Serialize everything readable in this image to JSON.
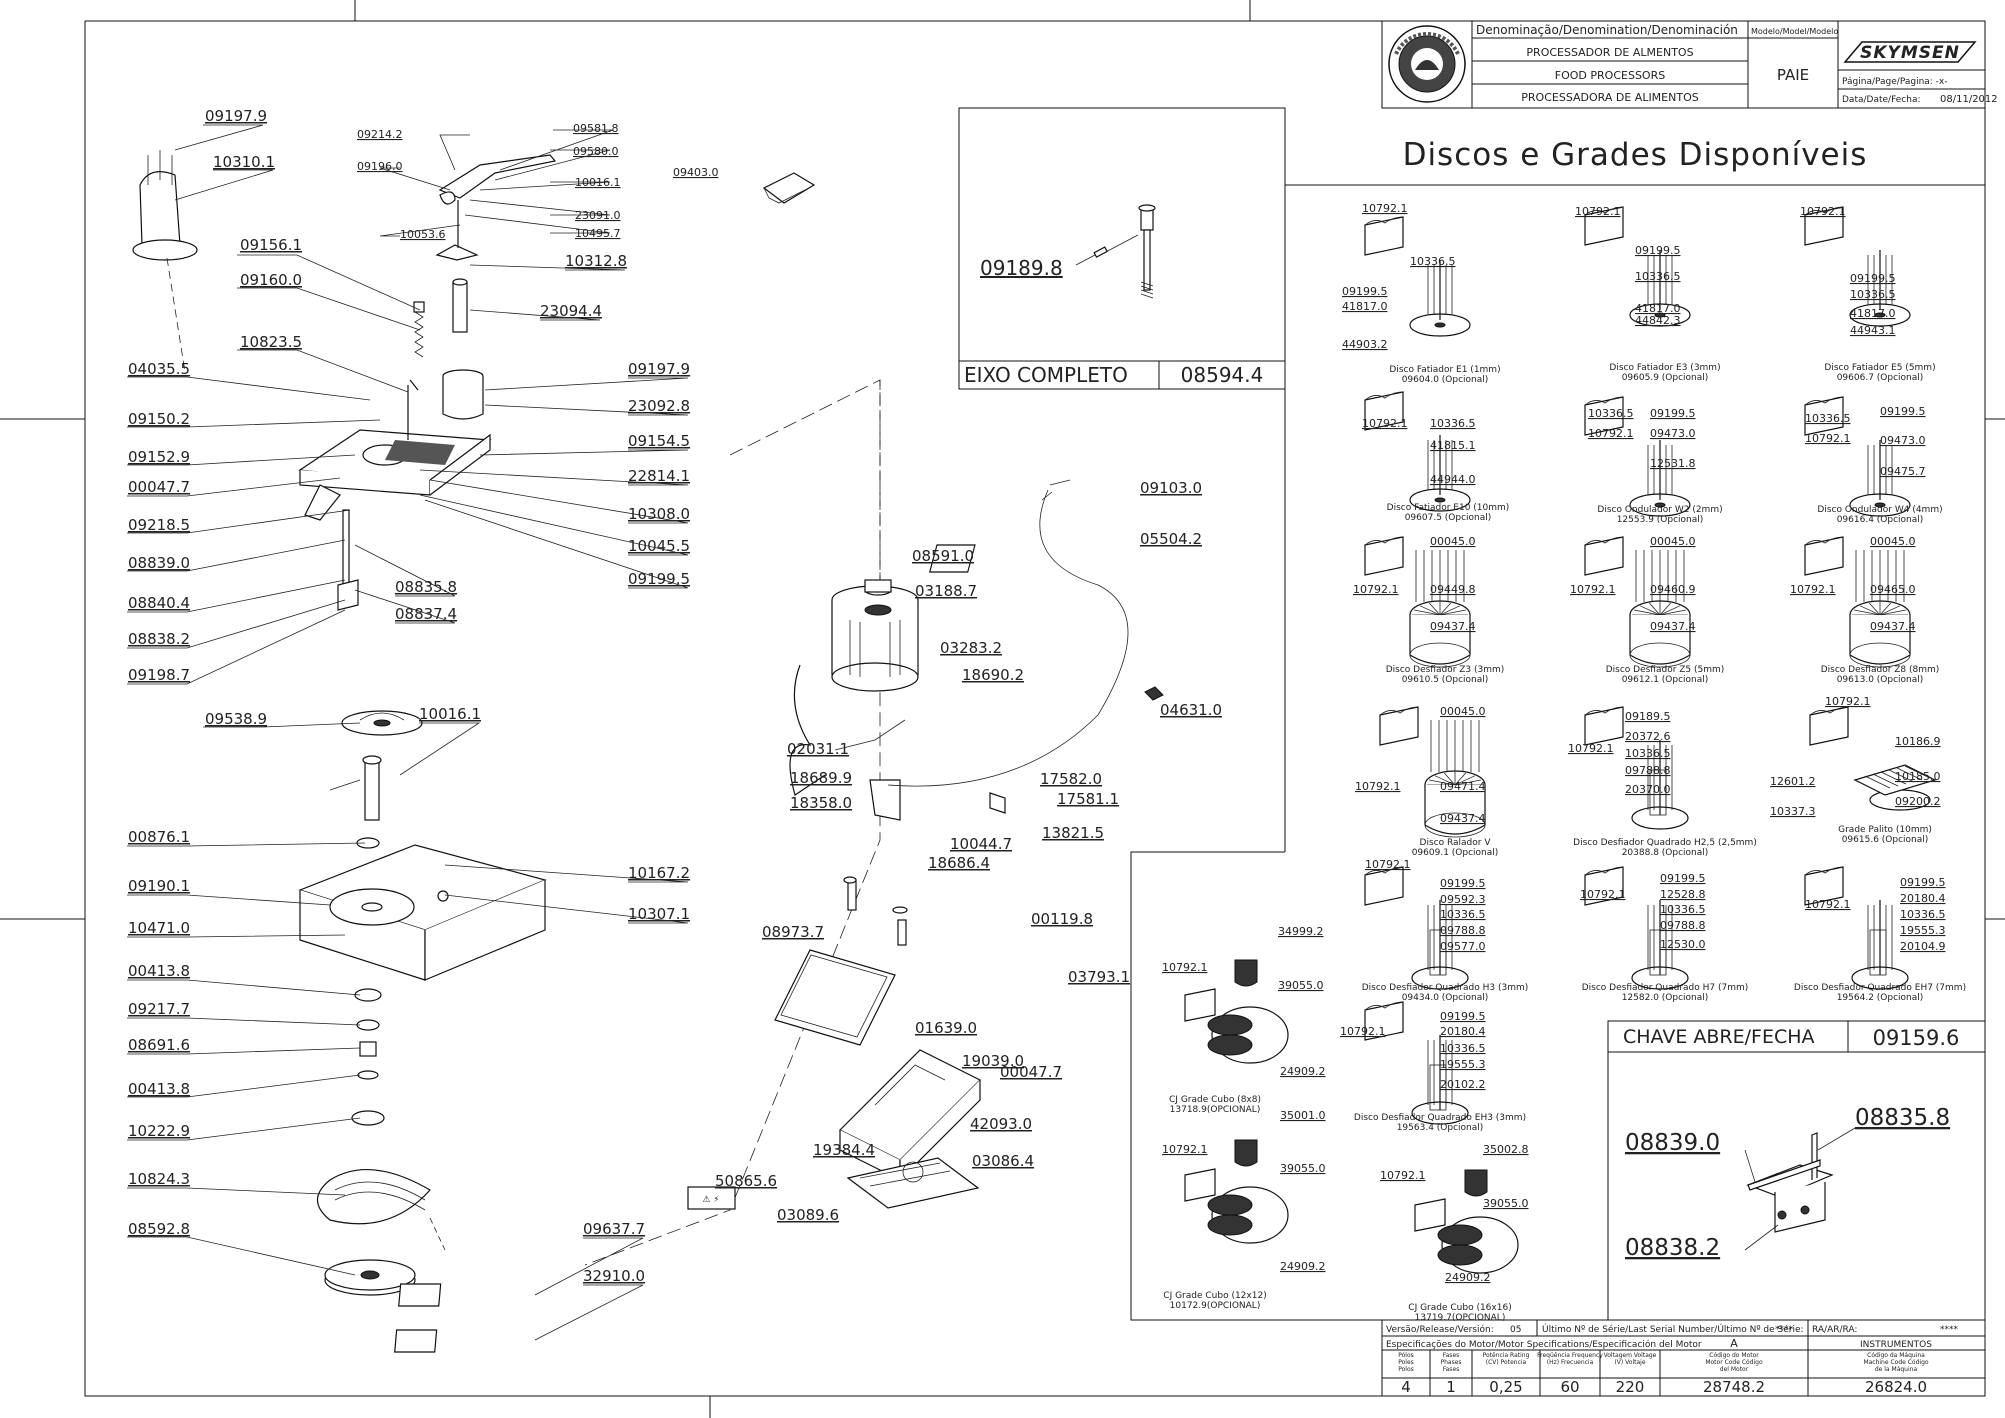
{
  "title_block": {
    "denomination_header": "Denominação/Denomination/Denominación",
    "model_header": "Modelo/Model/Modelo",
    "names": [
      "PROCESSADOR DE ALMENTOS",
      "FOOD PROCESSORS",
      "PROCESSADORA DE ALIMENTOS"
    ],
    "model": "PAIE",
    "brand": "SKYMSEN",
    "page_label": "Página/Page/Pagina:  -x-",
    "date_label": "Data/Date/Fecha:",
    "date": "08/11/2012"
  },
  "disc_section_title": "Discos e Grades Disponíveis",
  "eixo_box": {
    "part": "09189.8",
    "label": "EIXO COMPLETO",
    "code": "08594.4"
  },
  "chave_box": {
    "label": "CHAVE ABRE/FECHA",
    "code": "09159.6",
    "parts": [
      "08839.0",
      "08835.8",
      "08838.2"
    ]
  },
  "left_labels": [
    "09197.9",
    "10310.1",
    "09156.1",
    "09160.0",
    "10823.5",
    "04035.5",
    "09150.2",
    "09152.9",
    "00047.7",
    "09218.5",
    "08839.0",
    "08840.4",
    "08838.2",
    "09198.7",
    "09538.9",
    "00876.1",
    "09190.1",
    "10471.0",
    "00413.8",
    "09217.7",
    "08691.6",
    "00413.8",
    "10222.9",
    "10824.3",
    "08592.8"
  ],
  "center_labels": [
    "09197.9",
    "23092.8",
    "09154.5",
    "22814.1",
    "10308.0",
    "10045.5",
    "09199.5",
    "08835.8",
    "08837.4",
    "10312.8",
    "23094.4",
    "10016.1",
    "10167.2",
    "10307.1",
    "09637.7",
    "32910.0"
  ],
  "top_small_labels": [
    "09214.2",
    "09196.0",
    "10053.6",
    "09581.8",
    "09580.0",
    "10016.1",
    "23091.0",
    "10495.7",
    "09403.0"
  ],
  "motor_labels": [
    "08591.0",
    "03188.7",
    "03283.2",
    "18690.2",
    "09103.0",
    "05504.2",
    "04631.0",
    "02031.1",
    "18689.9",
    "18358.0",
    "17582.0",
    "17581.1",
    "13821.5",
    "10044.7",
    "18686.4",
    "00119.8",
    "03793.1"
  ],
  "base_labels": [
    "08973.7",
    "01639.0",
    "19039.0",
    "00047.7",
    "42093.0",
    "19384.4",
    "03086.4",
    "03089.6",
    "50865.6"
  ],
  "discs": [
    {
      "name": "Disco Fatiador E1 (1mm)",
      "code": "09604.0 (Opcional)",
      "parts": [
        "10792.1",
        "10336.5",
        "09199.5",
        "41817.0",
        "44903.2"
      ]
    },
    {
      "name": "Disco Fatiador E3 (3mm)",
      "code": "09605.9 (Opcional)",
      "parts": [
        "10792.1",
        "09199.5",
        "10336.5",
        "41817.0",
        "44842.3"
      ]
    },
    {
      "name": "Disco Fatiador E5 (5mm)",
      "code": "09606.7 (Opcional)",
      "parts": [
        "10792.1",
        "09199.5",
        "10336.5",
        "41817.0",
        "44943.1"
      ]
    },
    {
      "name": "Disco Fatiador E10 (10mm)",
      "code": "09607.5 (Opcional)",
      "parts": [
        "10792.1",
        "10336.5",
        "41815.1",
        "44944.0"
      ]
    },
    {
      "name": "Disco Ondulador W2 (2mm)",
      "code": "12553.9 (Opcional)",
      "parts": [
        "10336.5",
        "09199.5",
        "10792.1",
        "09473.0",
        "12531.8"
      ]
    },
    {
      "name": "Disco Ondulador W4 (4mm)",
      "code": "09616.4 (Opcional)",
      "parts": [
        "10336.5",
        "09199.5",
        "10792.1",
        "09473.0",
        "09475.7"
      ]
    },
    {
      "name": "Disco Desfiador Z3 (3mm)",
      "code": "09610.5 (Opcional)",
      "parts": [
        "00045.0",
        "10792.1",
        "09449.8",
        "09437.4"
      ]
    },
    {
      "name": "Disco Desfiador Z5 (5mm)",
      "code": "09612.1 (Opcional)",
      "parts": [
        "00045.0",
        "10792.1",
        "09460.9",
        "09437.4"
      ]
    },
    {
      "name": "Disco Desfiador Z8 (8mm)",
      "code": "09613.0 (Opcional)",
      "parts": [
        "00045.0",
        "10792.1",
        "09465.0",
        "09437.4"
      ]
    },
    {
      "name": "Disco Ralador  V",
      "code": "09609.1 (Opcional)",
      "parts": [
        "00045.0",
        "10792.1",
        "09471.4",
        "09437.4"
      ]
    },
    {
      "name": "Disco Desfiador Quadrado H2,5 (2,5mm)",
      "code": "20388.8 (Opcional)",
      "parts": [
        "09189.5",
        "10792.1",
        "20372.6",
        "10336.5",
        "09788.8",
        "20370.0"
      ]
    },
    {
      "name": "Grade Palito (10mm)",
      "code": "09615.6 (Opcional)",
      "parts": [
        "10792.1",
        "10186.9",
        "12601.2",
        "10185.0",
        "10337.3",
        "09200.2"
      ]
    },
    {
      "name": "Disco Desfiador Quadrado H3 (3mm)",
      "code": "09434.0 (Opcional)",
      "parts": [
        "10792.1",
        "09199.5",
        "09592.3",
        "10336.5",
        "09788.8",
        "09577.0"
      ]
    },
    {
      "name": "Disco Desfiador Quadrado H7 (7mm)",
      "code": "12582.0 (Opcional)",
      "parts": [
        "10792.1",
        "09199.5",
        "12528.8",
        "10336.5",
        "09788.8",
        "12530.0"
      ]
    },
    {
      "name": "Disco Desfiador Quadrado EH7 (7mm)",
      "code": "19564.2 (Opcional)",
      "parts": [
        "10792.1",
        "09199.5",
        "20180.4",
        "10336.5",
        "19555.3",
        "20104.9"
      ]
    },
    {
      "name": "Disco Desfiador Quadrado EH3 (3mm)",
      "code": "19563.4 (Opcional)",
      "parts": [
        "10792.1",
        "09199.5",
        "20180.4",
        "10336.5",
        "19555.3",
        "20102.2"
      ]
    },
    {
      "name": "CJ Grade Cubo (8x8)",
      "code": "13718.9(OPCIONAL)",
      "parts": [
        "34999.2",
        "10792.1",
        "39055.0",
        "24909.2"
      ]
    },
    {
      "name": "CJ Grade Cubo (12x12)",
      "code": "10172.9(OPCIONAL)",
      "parts": [
        "35001.0",
        "10792.1",
        "39055.0",
        "24909.2"
      ]
    },
    {
      "name": "CJ Grade Cubo (16x16)",
      "code": "13719.7(OPCIONAL)",
      "parts": [
        "35002.8",
        "10792.1",
        "39055.0",
        "24909.2"
      ]
    }
  ],
  "bottom_block": {
    "version_label": "Versão/Release/Versión:",
    "version": "05",
    "serial_label": "Último Nº de Série/Last Serial Number/Último Nº de Série:",
    "serial": "****",
    "ra_label": "RA/AR/RA:",
    "ra": "****",
    "motor_spec_label": "Especificações do Motor/Motor Specifications/Especificación del Motor",
    "revision": "A",
    "instruments": "INSTRUMENTOS",
    "headers": [
      "Pólos Poles Polos",
      "Fases Phases Fases",
      "Potência Rating (CV) Potencia",
      "Freqüência Frequency (Hz) Frecuencia",
      "Voltagem Voltage (V) Voltaje",
      "Código do Motor Motor Code Código del Motor",
      "Código da Máquina Machine Code Código de la Máquina"
    ],
    "values": [
      "4",
      "1",
      "0,25",
      "60",
      "220",
      "28748.2",
      "26824.0"
    ]
  }
}
